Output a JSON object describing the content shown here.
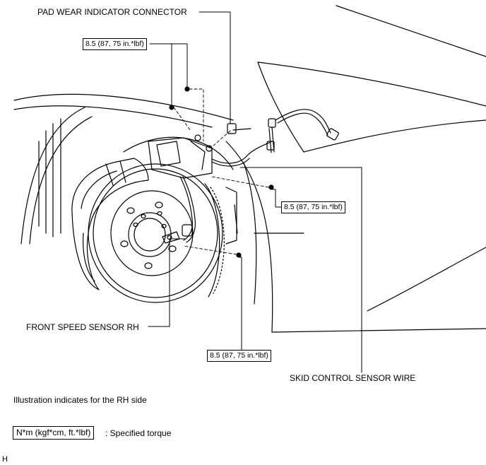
{
  "labels": {
    "pad_wear": "PAD WEAR INDICATOR CONNECTOR",
    "front_speed": "FRONT SPEED SENSOR RH",
    "skid_control": "SKID CONTROL SENSOR WIRE"
  },
  "torque": {
    "top": "8.5 (87, 75 in.*lbf)",
    "right": "8.5 (87, 75 in.*lbf)",
    "bottom": "8.5 (87, 75 in.*lbf)"
  },
  "note": "Illustration indicates for the RH side",
  "legend": {
    "box": "N*m (kgf*cm, ft.*lbf)",
    "text": ": Specified torque"
  },
  "corner_mark": "H"
}
